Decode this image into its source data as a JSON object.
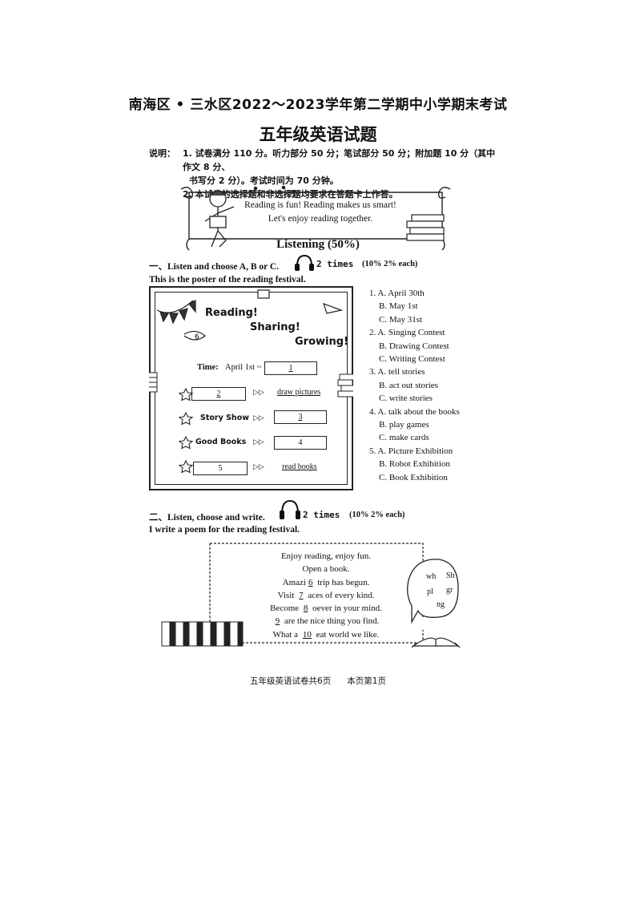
{
  "header": {
    "title_line1": "南海区 • 三水区2022～2023学年第二学期中小学期末考试",
    "title_line2": "五年级英语试题"
  },
  "notes": {
    "label": "说明：",
    "line1": "1. 试卷满分 110 分。听力部分 50 分；笔试部分 50 分；附加题 10 分（其中作文 8 分、",
    "line1b": "书写分 2 分）。考试时间为 70 分钟。",
    "line2": "2. 本试卷的选择题和非选择题均要求在答题卡上作答。"
  },
  "banner": {
    "line1": "Reading is fun! Reading makes us smart!",
    "line2": "Let's enjoy reading together."
  },
  "section": {
    "title": "Listening (50%)"
  },
  "part1": {
    "heading": "一、Listen and choose A, B or C.",
    "times": "2 times",
    "score": "(10% 2% each)",
    "intro": "This is the poster of the reading festival."
  },
  "poster": {
    "word1": "Reading!",
    "word2": "Sharing!",
    "word3": "Growing!",
    "badge": "6",
    "time_label": "Time:",
    "time_value": "April 1st ~",
    "blank1": "1",
    "blank2": "2",
    "blank3": "3",
    "blank4": "4",
    "blank5": "5",
    "activity1": "draw pictures",
    "activity2_label": "Story Show",
    "activity3_label": "Good Books",
    "activity4": "read books",
    "arrow": "▷▷"
  },
  "questions": [
    {
      "num": "1.",
      "a": "A. April 30th",
      "b": "B. May 1st",
      "c": "C. May 31st"
    },
    {
      "num": "2.",
      "a": "A. Singing Contest",
      "b": "B. Drawing Contest",
      "c": "C. Writing Contest"
    },
    {
      "num": "3.",
      "a": "A. tell stories",
      "b": "B. act out stories",
      "c": "C. write stories"
    },
    {
      "num": "4.",
      "a": "A. talk about the books",
      "b": "B. play games",
      "c": "C. make cards"
    },
    {
      "num": "5.",
      "a": "A. Picture Exhibition",
      "b": "B. Robot Exhibition",
      "c": "C. Book Exhibition"
    }
  ],
  "part2": {
    "heading": "二、Listen, choose and write.",
    "times": "2 times",
    "score": "(10% 2% each)",
    "intro": "I write a poem for the reading festival."
  },
  "poem": {
    "l1": "Enjoy reading, enjoy fun.",
    "l2": "Open a book.",
    "l3a": "Amazi",
    "l3b": "6",
    "l3c": "trip has begun.",
    "l4a": "Visit",
    "l4b": "7",
    "l4c": "aces of every kind.",
    "l5a": "Become",
    "l5b": "8",
    "l5c": "oever in your mind.",
    "l6b": "9",
    "l6c": "are the nice thing you find.",
    "l7a": "What a",
    "l7b": "10",
    "l7c": "eat world we like."
  },
  "cloud": {
    "c1": "wh",
    "c2": "Sh",
    "c3": "pl",
    "c4": "gr",
    "c5": "ng"
  },
  "footer": {
    "left": "五年级英语试卷共6页",
    "right": "本页第1页"
  }
}
